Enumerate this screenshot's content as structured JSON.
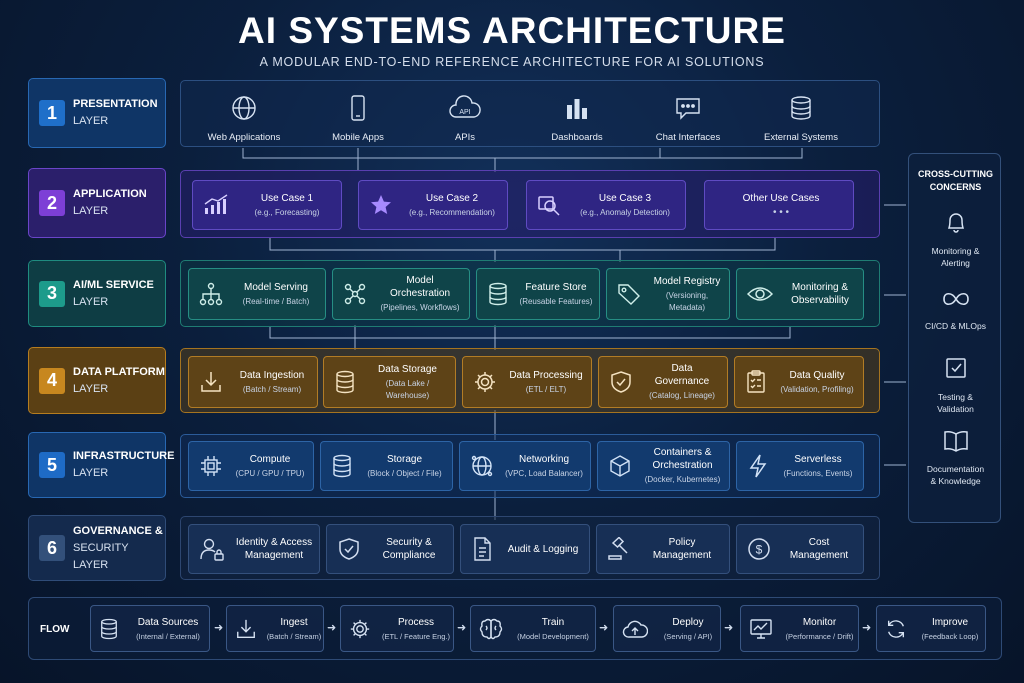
{
  "header": {
    "title": "AI SYSTEMS ARCHITECTURE",
    "subtitle": "A MODULAR END-TO-END REFERENCE ARCHITECTURE FOR AI SOLUTIONS"
  },
  "layers": [
    {
      "num": "1",
      "name": "PRESENTATION",
      "suffix": "LAYER",
      "color": "#1f6fc9"
    },
    {
      "num": "2",
      "name": "APPLICATION",
      "suffix": "LAYER",
      "color": "#7d3fd6"
    },
    {
      "num": "3",
      "name": "AI/ML SERVICE",
      "suffix": "LAYER",
      "color": "#1d9b8b"
    },
    {
      "num": "4",
      "name": "DATA PLATFORM",
      "suffix": "LAYER",
      "color": "#c7871f"
    },
    {
      "num": "5",
      "name": "INFRASTRUCTURE",
      "suffix": "LAYER",
      "color": "#1e6bc6"
    },
    {
      "num": "6",
      "name": "GOVERNANCE &",
      "suffix": "SECURITY LAYER",
      "color": "#33507a"
    }
  ],
  "presentation": [
    {
      "label": "Web Applications",
      "icon": "globe-icon"
    },
    {
      "label": "Mobile Apps",
      "icon": "mobile-icon"
    },
    {
      "label": "APIs",
      "icon": "api-cloud-icon"
    },
    {
      "label": "Dashboards",
      "icon": "bar-chart-icon"
    },
    {
      "label": "Chat Interfaces",
      "icon": "chat-bubble-icon"
    },
    {
      "label": "External Systems",
      "icon": "database-icon"
    }
  ],
  "application": [
    {
      "title": "Use Case 1",
      "sub": "(e.g., Forecasting)",
      "icon": "trend-chart-icon"
    },
    {
      "title": "Use Case 2",
      "sub": "(e.g., Recommendation)",
      "icon": "star-icon"
    },
    {
      "title": "Use Case 3",
      "sub": "(e.g., Anomaly Detection)",
      "icon": "magnifier-icon"
    },
    {
      "title": "Other Use Cases",
      "sub": "• • •",
      "icon": ""
    }
  ],
  "aiml": [
    {
      "title": "Model Serving",
      "sub": "(Real-time / Batch)",
      "icon": "hierarchy-icon"
    },
    {
      "title": "Model Orchestration",
      "sub": "(Pipelines, Workflows)",
      "icon": "network-icon"
    },
    {
      "title": "Feature Store",
      "sub": "(Reusable Features)",
      "icon": "database-icon"
    },
    {
      "title": "Model Registry",
      "sub": "(Versioning, Metadata)",
      "icon": "tag-icon"
    },
    {
      "title": "Monitoring &",
      "sub": "Observability",
      "icon": "eye-icon"
    }
  ],
  "data_platform": [
    {
      "title": "Data Ingestion",
      "sub": "(Batch / Stream)",
      "icon": "download-icon"
    },
    {
      "title": "Data Storage",
      "sub": "(Data Lake / Warehouse)",
      "icon": "database-icon"
    },
    {
      "title": "Data Processing",
      "sub": "(ETL / ELT)",
      "icon": "gear-icon"
    },
    {
      "title": "Data Governance",
      "sub": "(Catalog, Lineage)",
      "icon": "shield-check-icon"
    },
    {
      "title": "Data Quality",
      "sub": "(Validation, Profiling)",
      "icon": "checklist-icon"
    }
  ],
  "infrastructure": [
    {
      "title": "Compute",
      "sub": "(CPU / GPU / TPU)",
      "icon": "chip-icon"
    },
    {
      "title": "Storage",
      "sub": "(Block / Object / File)",
      "icon": "database-icon"
    },
    {
      "title": "Networking",
      "sub": "(VPC, Load Balancer)",
      "icon": "network-globe-icon"
    },
    {
      "title": "Containers &",
      "title2": "Orchestration",
      "sub": "(Docker, Kubernetes)",
      "icon": "cube-icon"
    },
    {
      "title": "Serverless",
      "sub": "(Functions, Events)",
      "icon": "lightning-icon"
    }
  ],
  "governance": [
    {
      "title": "Identity & Access",
      "sub": "Management",
      "icon": "user-lock-icon"
    },
    {
      "title": "Security &",
      "sub": "Compliance",
      "icon": "shield-check-icon"
    },
    {
      "title": "Audit & Logging",
      "sub": "",
      "icon": "document-icon"
    },
    {
      "title": "Policy Management",
      "sub": "",
      "icon": "gavel-icon"
    },
    {
      "title": "Cost Management",
      "sub": "",
      "icon": "dollar-icon"
    }
  ],
  "cross_cutting": {
    "title_1": "CROSS-CUTTING",
    "title_2": "CONCERNS",
    "items": [
      {
        "l1": "Monitoring &",
        "l2": "Alerting",
        "icon": "bell-icon"
      },
      {
        "l1": "CI/CD & MLOps",
        "l2": "",
        "icon": "infinity-icon"
      },
      {
        "l1": "Testing &",
        "l2": "Validation",
        "icon": "checkbox-icon"
      },
      {
        "l1": "Documentation",
        "l2": "& Knowledge",
        "icon": "book-icon"
      }
    ]
  },
  "flow": {
    "label": "FLOW",
    "steps": [
      {
        "title": "Data Sources",
        "sub": "(Internal / External)",
        "icon": "database-icon"
      },
      {
        "title": "Ingest",
        "sub": "(Batch / Stream)",
        "icon": "download-icon"
      },
      {
        "title": "Process",
        "sub": "(ETL / Feature Eng.)",
        "icon": "gear-icon"
      },
      {
        "title": "Train",
        "sub": "(Model Development)",
        "icon": "brain-icon"
      },
      {
        "title": "Deploy",
        "sub": "(Serving / API)",
        "icon": "cloud-upload-icon"
      },
      {
        "title": "Monitor",
        "sub": "(Performance / Drift)",
        "icon": "monitor-chart-icon"
      },
      {
        "title": "Improve",
        "sub": "(Feedback Loop)",
        "icon": "refresh-icon"
      }
    ]
  },
  "colors": {
    "presentation": "#1f6fc9",
    "application": "#7d3fd6",
    "aiml": "#1d9b8b",
    "data_platform": "#c7871f",
    "infrastructure": "#1e6bc6",
    "governance": "#33507a"
  }
}
